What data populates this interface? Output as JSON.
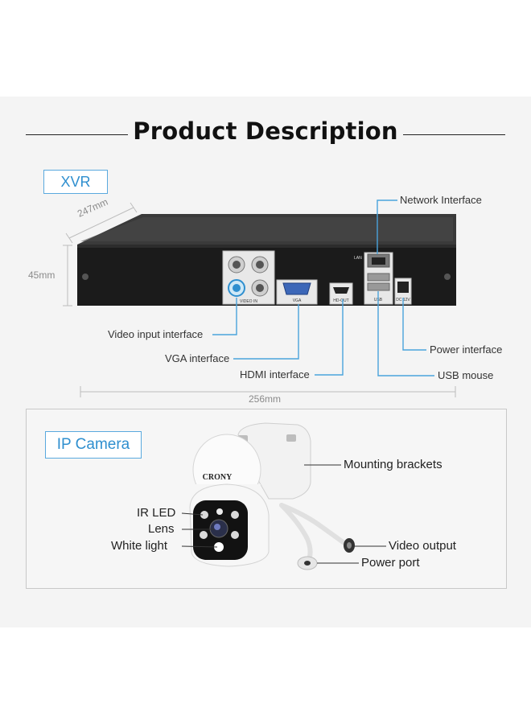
{
  "heading": "Product Description",
  "xvr": {
    "tag": "XVR",
    "dimensions": {
      "depth": "247mm",
      "height": "45mm",
      "width": "256mm"
    },
    "port_marks": {
      "lan": "LAN",
      "vga": "VGA",
      "hdmi": "HD-OUT",
      "usb": "USB",
      "dc": "DC 12V",
      "video_in": "VIDEO IN"
    },
    "callouts": {
      "network": "Network Interface",
      "video_input": "Video input interface",
      "vga": "VGA interface",
      "hdmi": "HDMI interface",
      "power": "Power interface",
      "usb": "USB mouse"
    }
  },
  "ip_camera": {
    "tag": "IP Camera",
    "brand": "CRONY",
    "callouts": {
      "mounting": "Mounting brackets",
      "ir_led": "IR LED",
      "lens": "Lens",
      "white_light": "White light",
      "video_output": "Video output",
      "power_port": "Power port"
    }
  },
  "colors": {
    "accent": "#2f8fcf",
    "device_body": "#1b1b1b",
    "callout_line": "#4aa3dc"
  }
}
